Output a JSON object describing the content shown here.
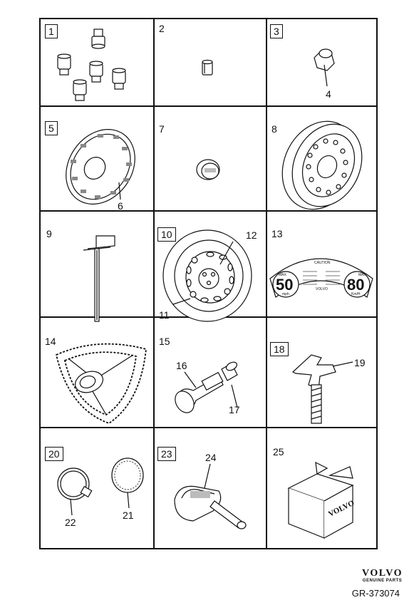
{
  "cells": [
    {
      "number": "1",
      "boxed": true
    },
    {
      "number": "2",
      "boxed": false
    },
    {
      "number": "3",
      "boxed": true
    },
    {
      "number": "5",
      "boxed": true
    },
    {
      "number": "7",
      "boxed": false
    },
    {
      "number": "8",
      "boxed": false
    },
    {
      "number": "9",
      "boxed": false
    },
    {
      "number": "10",
      "boxed": true
    },
    {
      "number": "13",
      "boxed": false
    },
    {
      "number": "14",
      "boxed": false
    },
    {
      "number": "15",
      "boxed": false
    },
    {
      "number": "18",
      "boxed": true
    },
    {
      "number": "20",
      "boxed": true
    },
    {
      "number": "23",
      "boxed": true
    },
    {
      "number": "25",
      "boxed": false
    }
  ],
  "callouts": {
    "c4": "4",
    "c6": "6",
    "c11": "11",
    "c12": "12",
    "c16": "16",
    "c17": "17",
    "c19": "19",
    "c21": "21",
    "c22": "22",
    "c24": "24"
  },
  "sticker": {
    "caution": "CAUTION",
    "left_value": "50",
    "left_unit": "mph",
    "left_small": "MAX",
    "right_value": "80",
    "right_unit": "Km/H",
    "right_small": "MAX",
    "brand": "VOLVO"
  },
  "box_brand": "VOLVO",
  "footer": {
    "logo": "VOLVO",
    "logo_sub": "GENUINE PARTS",
    "reference": "GR-373074"
  }
}
